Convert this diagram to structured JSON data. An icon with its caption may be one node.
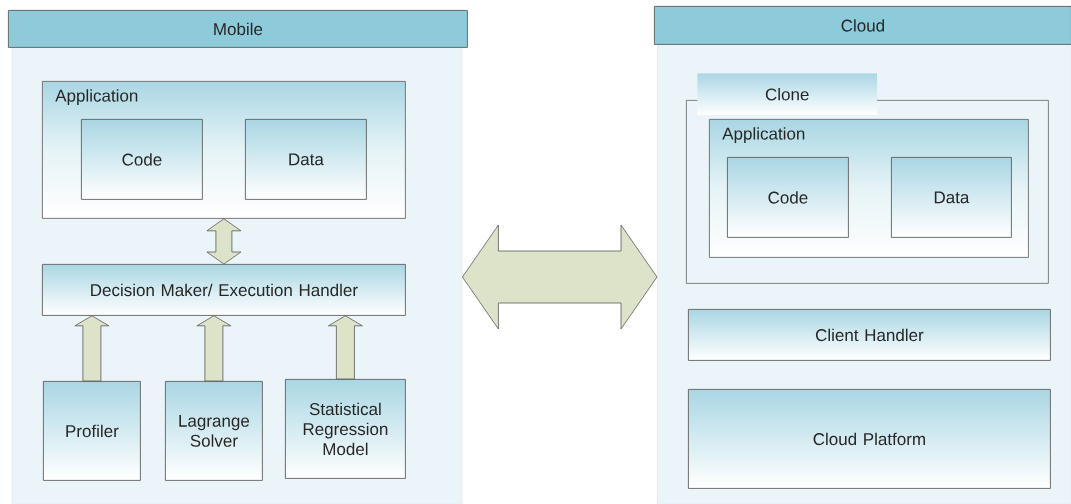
{
  "diagram": {
    "nodes": [
      {
        "text": [
          "Mobile"
        ]
      },
      {
        "text": [
          "Application"
        ],
        "in": 0
      },
      {
        "text": [
          "Code"
        ],
        "in": 1
      },
      {
        "text": [
          "Data"
        ],
        "in": 1
      },
      {
        "text": [
          "Decision Maker/ Execution Handler"
        ],
        "in": 0
      },
      {
        "text": [
          "Profiler"
        ],
        "in": 0
      },
      {
        "text": [
          "Lagrange Solver"
        ],
        "in": 0
      },
      {
        "text": [
          "Statistical Regression Model"
        ],
        "in": 0
      },
      {
        "text": [
          "Cloud"
        ]
      },
      {
        "text": [
          "Clone"
        ],
        "in": 8
      },
      {
        "text": [
          "Application"
        ],
        "in": 9
      },
      {
        "text": [
          "Code"
        ],
        "in": 10
      },
      {
        "text": [
          "Data"
        ],
        "in": 10
      },
      {
        "text": [
          "Client Handler"
        ],
        "in": 8
      },
      {
        "text": [
          "Cloud Platform"
        ],
        "in": 8
      }
    ],
    "edges": [
      {
        "from": 1,
        "to": 4,
        "arrow": "both"
      },
      {
        "from": 5,
        "to": 4,
        "arrow": "to"
      },
      {
        "from": 6,
        "to": 4,
        "arrow": "to"
      },
      {
        "from": 7,
        "to": 4,
        "arrow": "to"
      },
      {
        "from": 0,
        "to": 8,
        "arrow": "both"
      }
    ]
  }
}
